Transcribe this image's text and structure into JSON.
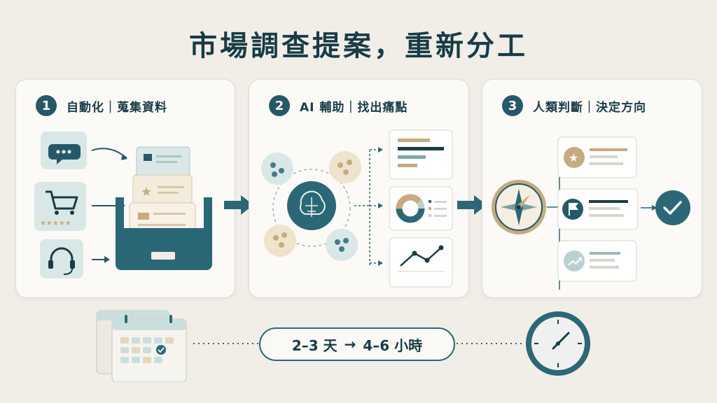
{
  "title": "市場調查提案，重新分工",
  "steps": [
    {
      "number": "1",
      "label": "自動化｜蒐集資料"
    },
    {
      "number": "2",
      "label": "AI 輔助｜找出痛點"
    },
    {
      "number": "3",
      "label": "人類判斷｜決定方向"
    }
  ],
  "timeline": {
    "before": "2–3 天",
    "arrow": "→",
    "after": "4–6 小時"
  },
  "colors": {
    "teal": "#2b6877",
    "dark": "#173c47",
    "tan": "#c6ab7d",
    "mint": "#c9dfdd",
    "background": "#f1eee7"
  }
}
